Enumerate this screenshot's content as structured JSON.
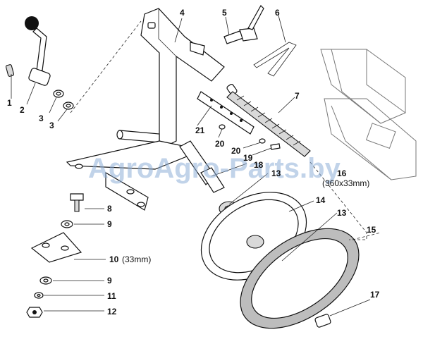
{
  "watermark": "AgroAgro-Parts.by",
  "parts": [
    {
      "num": "1",
      "note": ""
    },
    {
      "num": "2",
      "note": ""
    },
    {
      "num": "3",
      "note": ""
    },
    {
      "num": "3",
      "note": ""
    },
    {
      "num": "4",
      "note": ""
    },
    {
      "num": "5",
      "note": ""
    },
    {
      "num": "6",
      "note": ""
    },
    {
      "num": "7",
      "note": ""
    },
    {
      "num": "8",
      "note": ""
    },
    {
      "num": "9",
      "note": ""
    },
    {
      "num": "9",
      "note": ""
    },
    {
      "num": "10",
      "note": "(33mm)"
    },
    {
      "num": "11",
      "note": ""
    },
    {
      "num": "12",
      "note": ""
    },
    {
      "num": "13",
      "note": ""
    },
    {
      "num": "13",
      "note": ""
    },
    {
      "num": "14",
      "note": ""
    },
    {
      "num": "15",
      "note": ""
    },
    {
      "num": "16",
      "note": "(360x33mm)"
    },
    {
      "num": "17",
      "note": ""
    },
    {
      "num": "18",
      "note": ""
    },
    {
      "num": "19",
      "note": ""
    },
    {
      "num": "20",
      "note": ""
    },
    {
      "num": "20",
      "note": ""
    },
    {
      "num": "21",
      "note": ""
    }
  ]
}
